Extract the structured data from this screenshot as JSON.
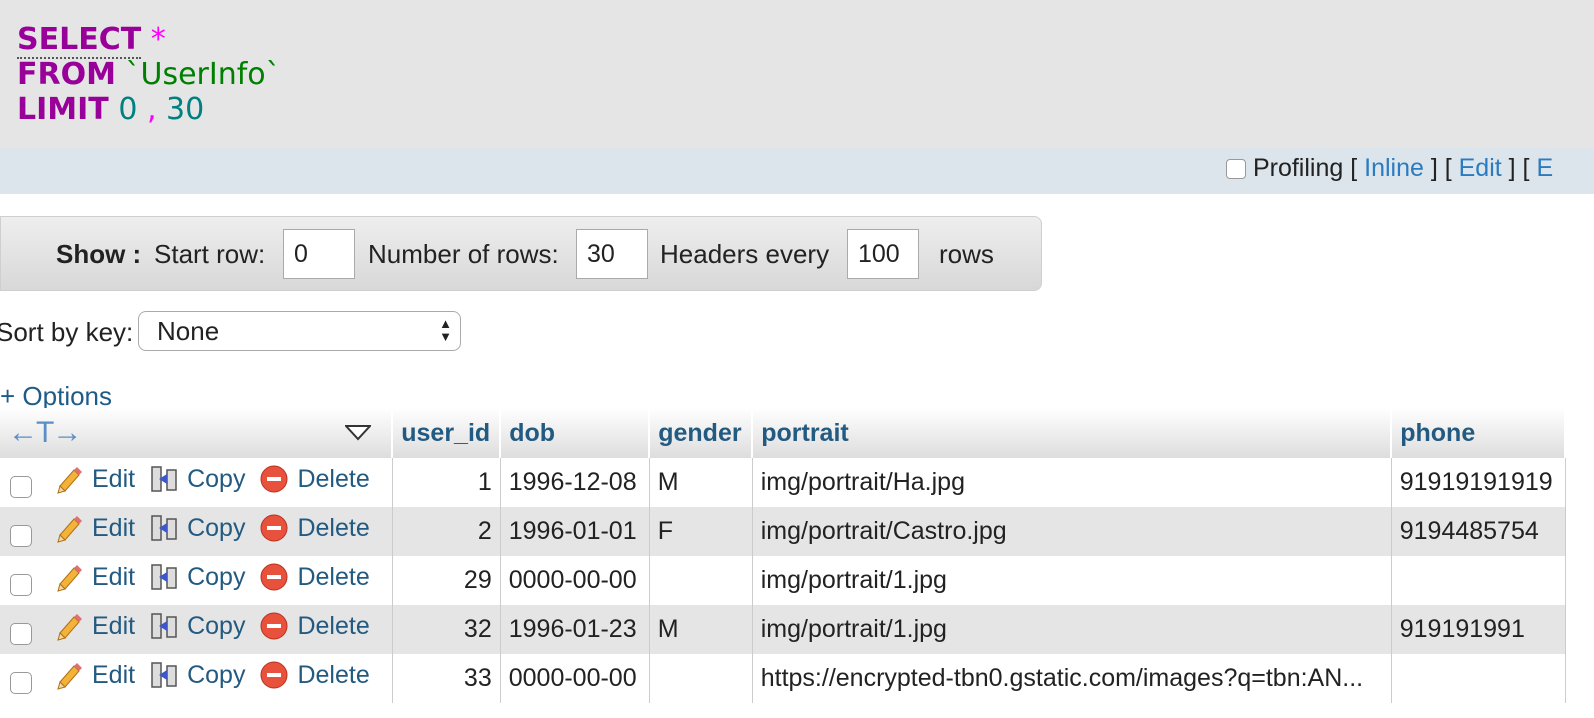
{
  "sql": {
    "select": "SELECT",
    "star": "*",
    "from": "FROM",
    "table": "`UserInfo`",
    "limit": "LIMIT",
    "offset": "0",
    "comma": ",",
    "count": "30"
  },
  "profiling": {
    "label": "Profiling",
    "inline": "Inline",
    "edit": "Edit",
    "explain_partial": "E"
  },
  "show": {
    "label": "Show :",
    "start_row_label": "Start row:",
    "start_row_value": "0",
    "num_rows_label": "Number of rows:",
    "num_rows_value": "30",
    "headers_every_label": "Headers every",
    "headers_every_value": "100",
    "rows_label": "rows"
  },
  "sort": {
    "label": "Sort by key:",
    "selected": "None"
  },
  "options_link": "+ Options",
  "table": {
    "nav_arrows": "←T→",
    "columns": [
      "user_id",
      "dob",
      "gender",
      "portrait",
      "phone"
    ],
    "action_labels": {
      "edit": "Edit",
      "copy": "Copy",
      "delete": "Delete"
    },
    "rows": [
      {
        "user_id": "1",
        "dob": "1996-12-08",
        "gender": "M",
        "portrait": "img/portrait/Ha.jpg",
        "phone": "91919191919"
      },
      {
        "user_id": "2",
        "dob": "1996-01-01",
        "gender": "F",
        "portrait": "img/portrait/Castro.jpg",
        "phone": "9194485754"
      },
      {
        "user_id": "29",
        "dob": "0000-00-00",
        "gender": "",
        "portrait": "img/portrait/1.jpg",
        "phone": ""
      },
      {
        "user_id": "32",
        "dob": "1996-01-23",
        "gender": "M",
        "portrait": "img/portrait/1.jpg",
        "phone": "919191991"
      },
      {
        "user_id": "33",
        "dob": "0000-00-00",
        "gender": "",
        "portrait": "https://encrypted-tbn0.gstatic.com/images?q=tbn:AN...",
        "phone": ""
      }
    ]
  }
}
